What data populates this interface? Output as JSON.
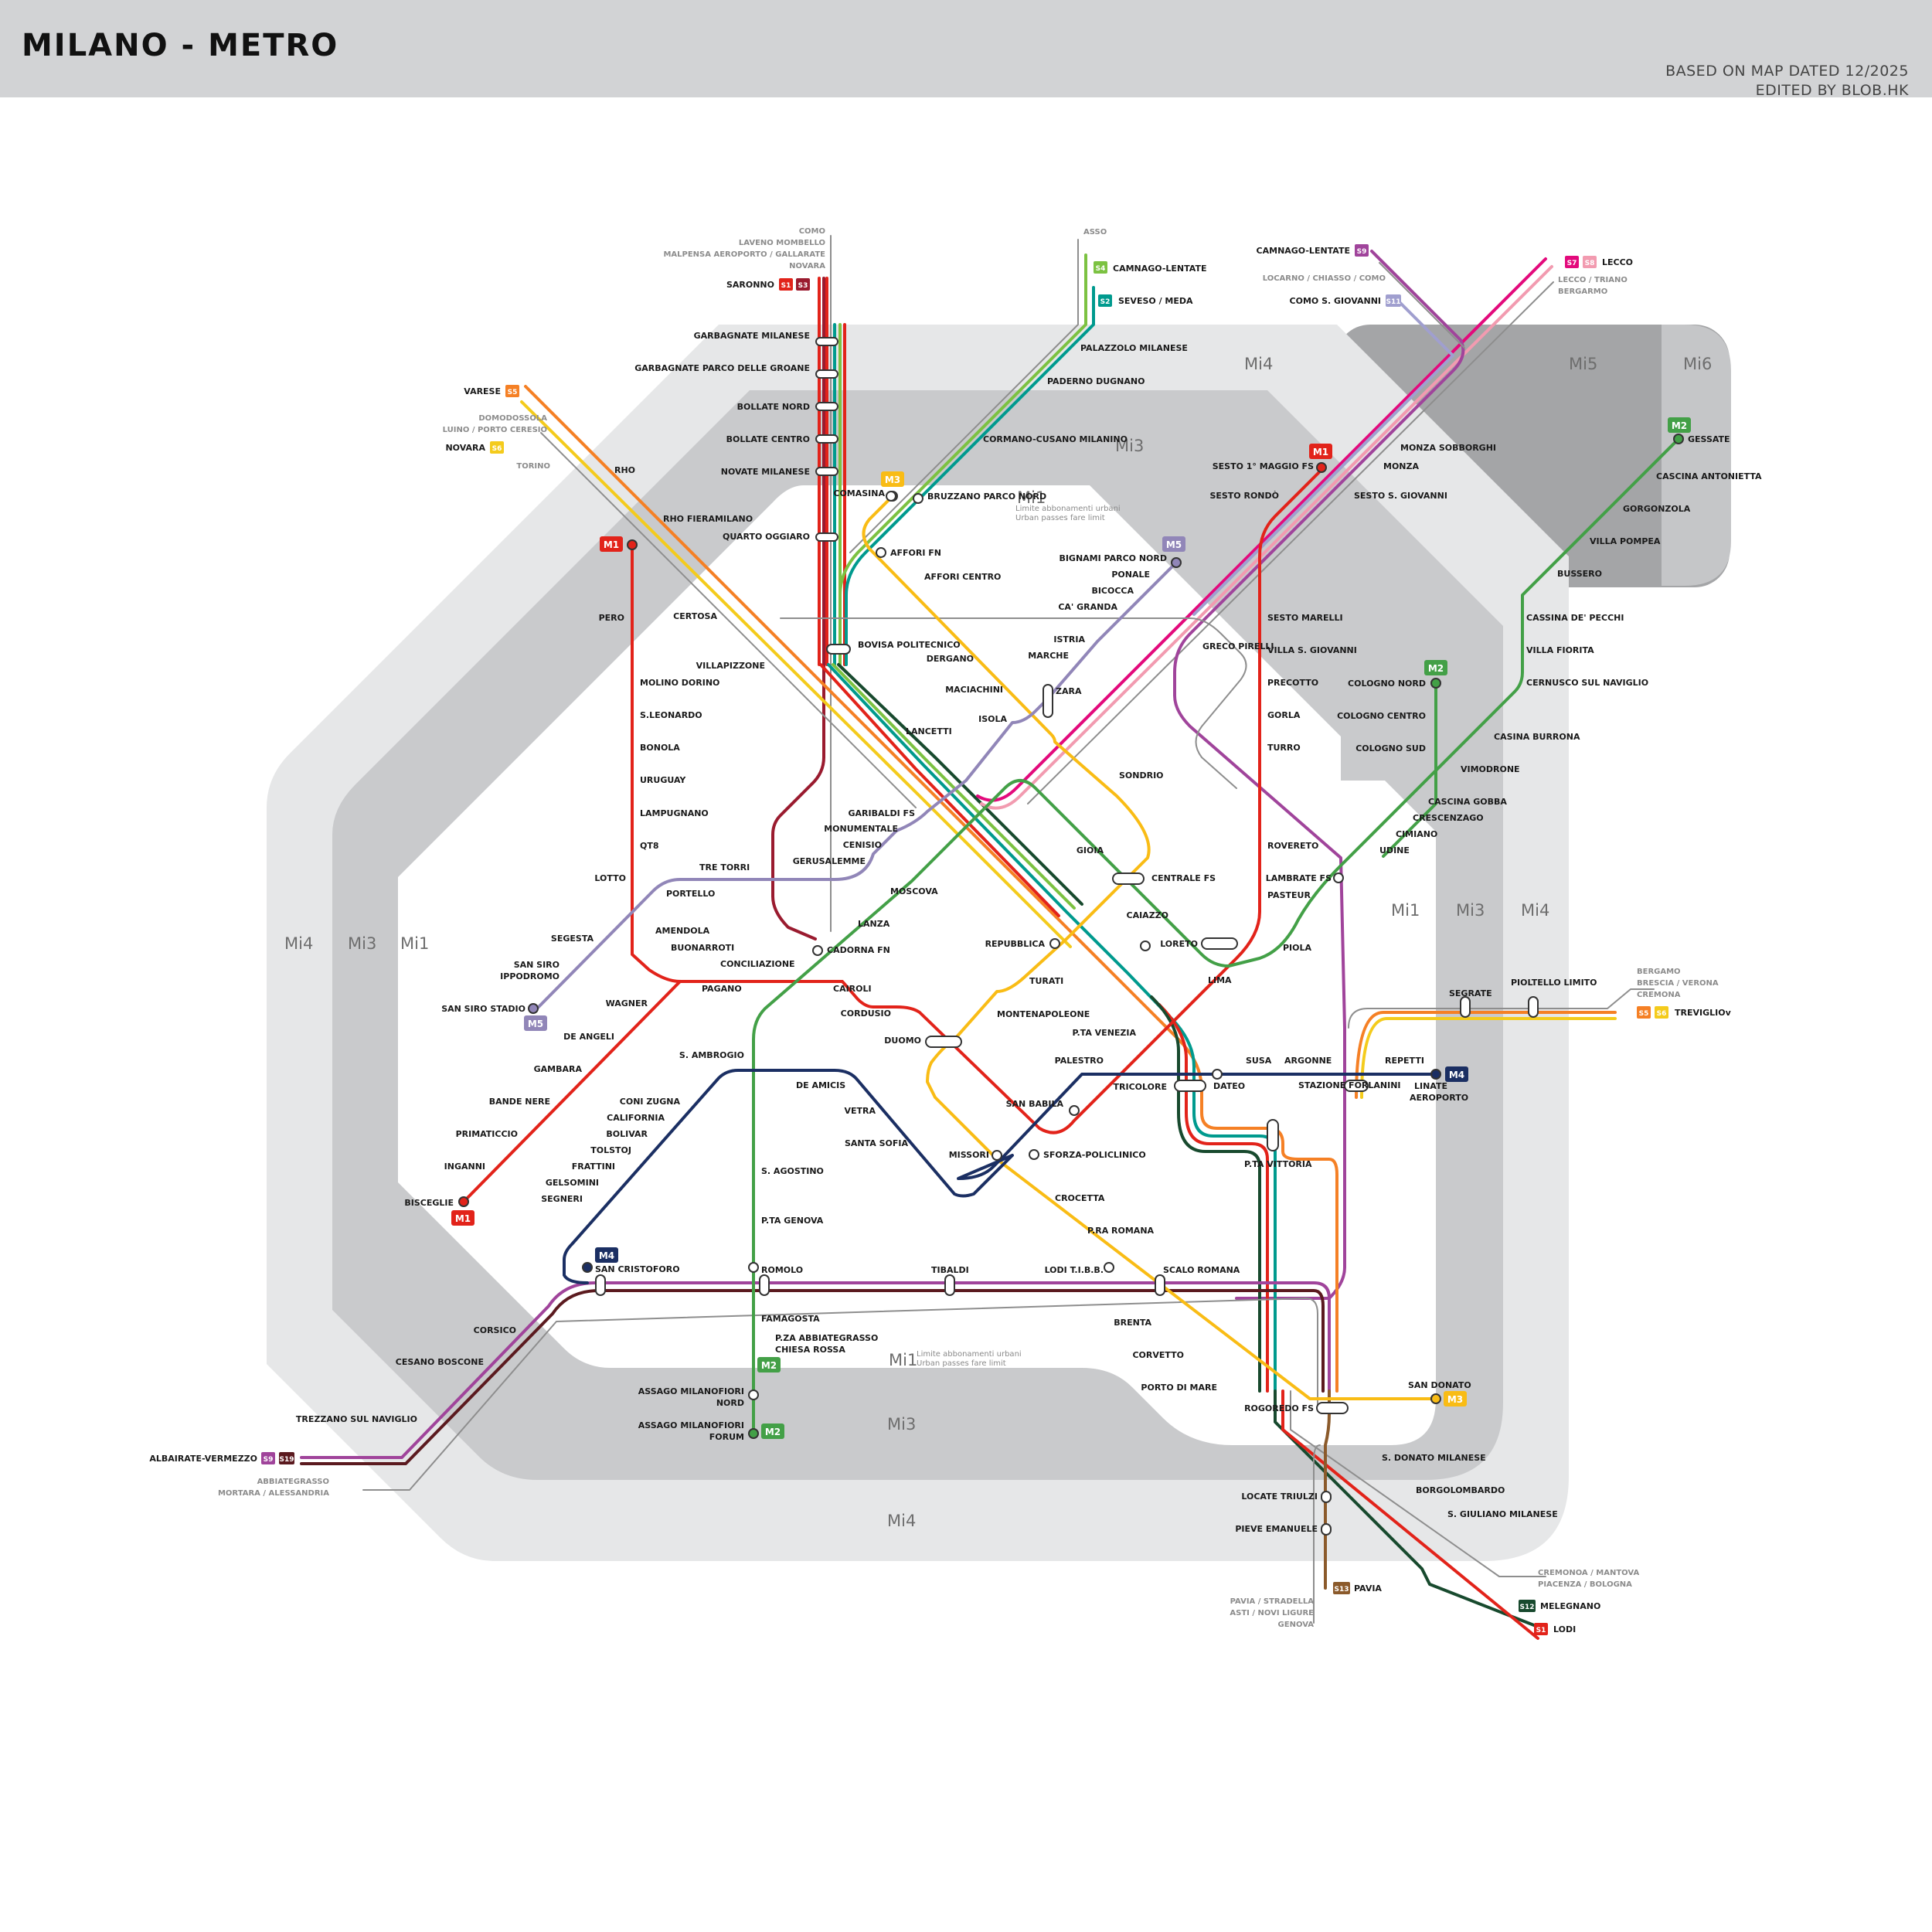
{
  "header": {
    "title": "MILANO - METRO",
    "based_on": "BASED ON MAP DATED 12/2025",
    "edited_by": "EDITED BY BLOB.HK"
  },
  "colors": {
    "M1": "#e2231a",
    "M2": "#43a047",
    "M3": "#f9bc15",
    "M4": "#1b2f63",
    "M5": "#9186b8",
    "S1": "#e2231a",
    "S2": "#009a8e",
    "S3": "#9a1b2f",
    "S4": "#7cc242",
    "S5": "#f58025",
    "S6": "#f4cb1c",
    "S7": "#e30a7c",
    "S8": "#f29bb0",
    "S9": "#a0449b",
    "S11": "#a09fcf",
    "S12": "#184a2e",
    "S13": "#8b5a2b",
    "S19": "#5b1a1f"
  },
  "zones": {
    "mi1": "Mi1",
    "mi3": "Mi3",
    "mi4": "Mi4",
    "mi5": "Mi5",
    "mi6": "Mi6",
    "mi1_note_it": "Limite abbonamenti urbani",
    "mi1_note_en": "Urban passes fare limit"
  },
  "destinations": {
    "north_gray": [
      "COMO",
      "LAVENO MOMBELLO",
      "MALPENSA AEROPORTO / GALLARATE",
      "NOVARA"
    ],
    "saronno": "SARONNO",
    "asso": "ASSO",
    "camnago_s4": "CAMNAGO-LENTATE",
    "seveso": "SEVESO / MEDA",
    "camnago_s9": "CAMNAGO-LENTATE",
    "locarno": "LOCARNO / CHIASSO / COMO",
    "como_sg": "COMO S. GIOVANNI",
    "lecco": "LECCO",
    "lecco_gray": [
      "LECCO / TRIANO",
      "BERGARMO"
    ],
    "varese": "VARESE",
    "domodossola": [
      "DOMODOSSOLA",
      "LUINO / PORTO CERESIO"
    ],
    "novara": "NOVARA",
    "torino": "TORINO",
    "bergamo_gray": [
      "BERGAMO",
      "BRESCIA / VERONA",
      "CREMONA"
    ],
    "treviglio": "TREVIGLIOv",
    "albairate": "ALBAIRATE-VERMEZZO",
    "abbiategrasso": [
      "ABBIATEGRASSO",
      "MORTARA / ALESSANDRIA"
    ],
    "pavia_gray": [
      "PAVIA / STRADELLA",
      "ASTI / NOVI LIGURE",
      "GENOVA"
    ],
    "pavia": "PAVIA",
    "cremona_gray": [
      "CREMONOA / MANTOVA",
      "PIACENZA / BOLOGNA"
    ],
    "melegnano": "MELEGNANO",
    "lodi": "LODI"
  },
  "badges": {
    "m1": "M1",
    "m2": "M2",
    "m3": "M3",
    "m4": "M4",
    "m5": "M5",
    "s1": "S1",
    "s2": "S2",
    "s3": "S3",
    "s4": "S4",
    "s5": "S5",
    "s6": "S6",
    "s7": "S7",
    "s8": "S8",
    "s9": "S9",
    "s11": "S11",
    "s12": "S12",
    "s13": "S13",
    "s19": "S19"
  },
  "lines": {
    "M1": {
      "north": [
        "SESTO 1° MAGGIO FS",
        "SESTO RONDÒ",
        "SESTO MARELLI",
        "VILLA S. GIOVANNI",
        "PRECOTTO",
        "GORLA",
        "TURRO",
        "ROVERETO",
        "PASTEUR",
        "LORETO",
        "LIMA",
        "P.TA VENEZIA",
        "PALESTRO",
        "SAN BABILA",
        "DUOMO",
        "CORDUSIO",
        "CAIROLI",
        "CADORNA FN",
        "CONCILIAZIONE",
        "PAGANO",
        "BUONARROTI",
        "AMENDOLA",
        "LOTTO",
        "QT8",
        "LAMPUGNANO",
        "URUGUAY",
        "BONOLA",
        "S.LEONARDO",
        "MOLINO DORINO",
        "PERO",
        "RHO FIERAMILANO"
      ],
      "branch": [
        "WAGNER",
        "DE ANGELI",
        "GAMBARA",
        "BANDE NERE",
        "PRIMATICCIO",
        "INGANNI",
        "BISCEGLIE"
      ]
    },
    "M2": [
      "GESSATE",
      "CASCINA ANTONIETTA",
      "GORGONZOLA",
      "VILLA POMPEA",
      "BUSSERO",
      "CASSINA DE' PECCHI",
      "VILLA FIORITA",
      "CERNUSCO SUL NAVIGLIO",
      "CASINA BURRONA",
      "VIMODRONE",
      "CASCINA GOBBA",
      "CRESCENZAGO",
      "CIMIANO",
      "UDINE",
      "LAMBRATE FS",
      "PIOLA",
      "LORETO",
      "CAIAZZO",
      "CENTRALE FS",
      "GIOIA",
      "GARIBALDI FS",
      "MOSCOVA",
      "LANZA",
      "CADORNA FN",
      "S. AMBROGIO",
      "S. AGOSTINO",
      "P.TA GENOVA",
      "ROMOLO",
      "FAMAGOSTA",
      "P.ZA ABBIATEGRASSO CHIESA ROSSA",
      "ASSAGO MILANOFIORI NORD",
      "ASSAGO MILANOFIORI FORUM",
      "COLOGNO NORD",
      "COLOGNO CENTRO",
      "COLOGNO SUD"
    ],
    "M3": [
      "COMASINA",
      "AFFORI FN",
      "AFFORI CENTRO",
      "DERGANO",
      "MACIACHINI",
      "ZARA",
      "SONDRIO",
      "CENTRALE FS",
      "REPUBBLICA",
      "TURATI",
      "MONTENAPOLEONE",
      "DUOMO",
      "MISSORI",
      "CROCETTA",
      "P.RA ROMANA",
      "LODI T.I.B.B.",
      "BRENTA",
      "CORVETTO",
      "PORTO DI MARE",
      "ROGOREDO FS",
      "SAN DONATO"
    ],
    "M4": [
      "LINATE AEROPORTO",
      "REPETTI",
      "ARGONNE",
      "SUSA",
      "DATEO",
      "TRICOLORE",
      "SAN BABILA",
      "SFORZA-POLICLINICO",
      "SANTA SOFIA",
      "VETRA",
      "DE AMICIS",
      "S. AMBROGIO",
      "CONI ZUGNA",
      "CALIFORNIA",
      "BOLIVAR",
      "TOLSTOJ",
      "FRATTINI",
      "GELSOMINI",
      "SEGNERI",
      "SAN CRISTOFORO"
    ],
    "M5": [
      "BIGNAMI PARCO NORD",
      "PONALE",
      "BICOCCA",
      "CA' GRANDA",
      "ISTRIA",
      "MARCHE",
      "ZARA",
      "ISOLA",
      "GARIBALDI FS",
      "MONUMENTALE",
      "CENISIO",
      "GERUSALEMME",
      "TRE TORRI",
      "PORTELLO",
      "LOTTO",
      "SEGESTA",
      "SAN SIRO IPPODROMO",
      "SAN SIRO STADIO"
    ]
  },
  "rail_stations": [
    "GARBAGNATE MILANESE",
    "GARBAGNATE PARCO DELLE GROANE",
    "BOLLATE NORD",
    "BOLLATE CENTRO",
    "NOVATE MILANESE",
    "QUARTO OGGIARO",
    "PALAZZOLO MILANESE",
    "PADERNO DUGNANO",
    "CORMANO-CUSANO MILANINO",
    "BRUZZANO PARCO NORD",
    "RHO",
    "CERTOSA",
    "VILLAPIZZONE",
    "BOVISA POLITECNICO",
    "LANCETTI",
    "GRECO PIRELLI",
    "MONZA SOBBORGHI",
    "MONZA",
    "SESTO S. GIOVANNI",
    "SEGRATE",
    "PIOLTELLO LIMITO",
    "STAZIONE FORLANINI",
    "P.TA VITTORIA",
    "TIBALDI",
    "SCALO ROMANA",
    "CORSICO",
    "CESANO BOSCONE",
    "TREZZANO SUL NAVIGLIO",
    "LOCATE TRIULZI",
    "PIEVE EMANUELE",
    "S. DONATO MILANESE",
    "BORGOLOMBARDO",
    "S. GIULIANO MILANESE"
  ]
}
